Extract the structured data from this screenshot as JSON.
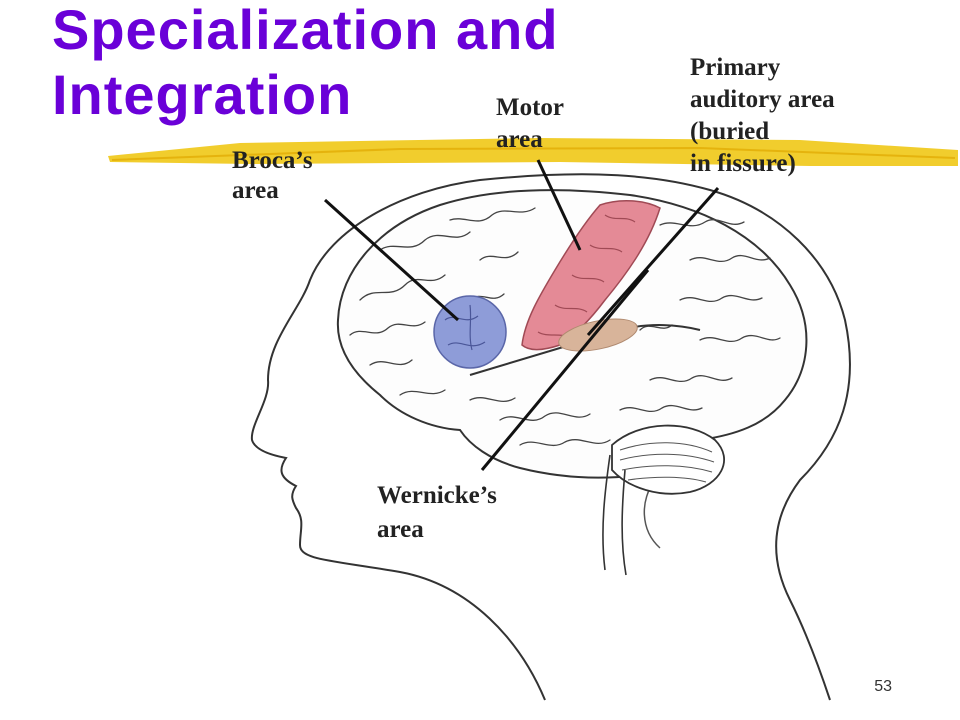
{
  "slide": {
    "title": "Specialization and\nIntegration",
    "page_number": "53"
  },
  "labels": {
    "broca": [
      "Broca’s",
      "area"
    ],
    "motor": [
      "Motor",
      "area"
    ],
    "auditory": [
      "Primary",
      "auditory area",
      "(buried",
      "in fissure)"
    ],
    "wernicke": [
      "Wernicke’s",
      "area"
    ]
  },
  "colors": {
    "title": "#6a00d8",
    "highlighter": "#f0c816",
    "broca_region": "#8e9cd8",
    "motor_region": "#e48a96",
    "auditory_region": "#d8b49a",
    "outline": "#333333"
  }
}
